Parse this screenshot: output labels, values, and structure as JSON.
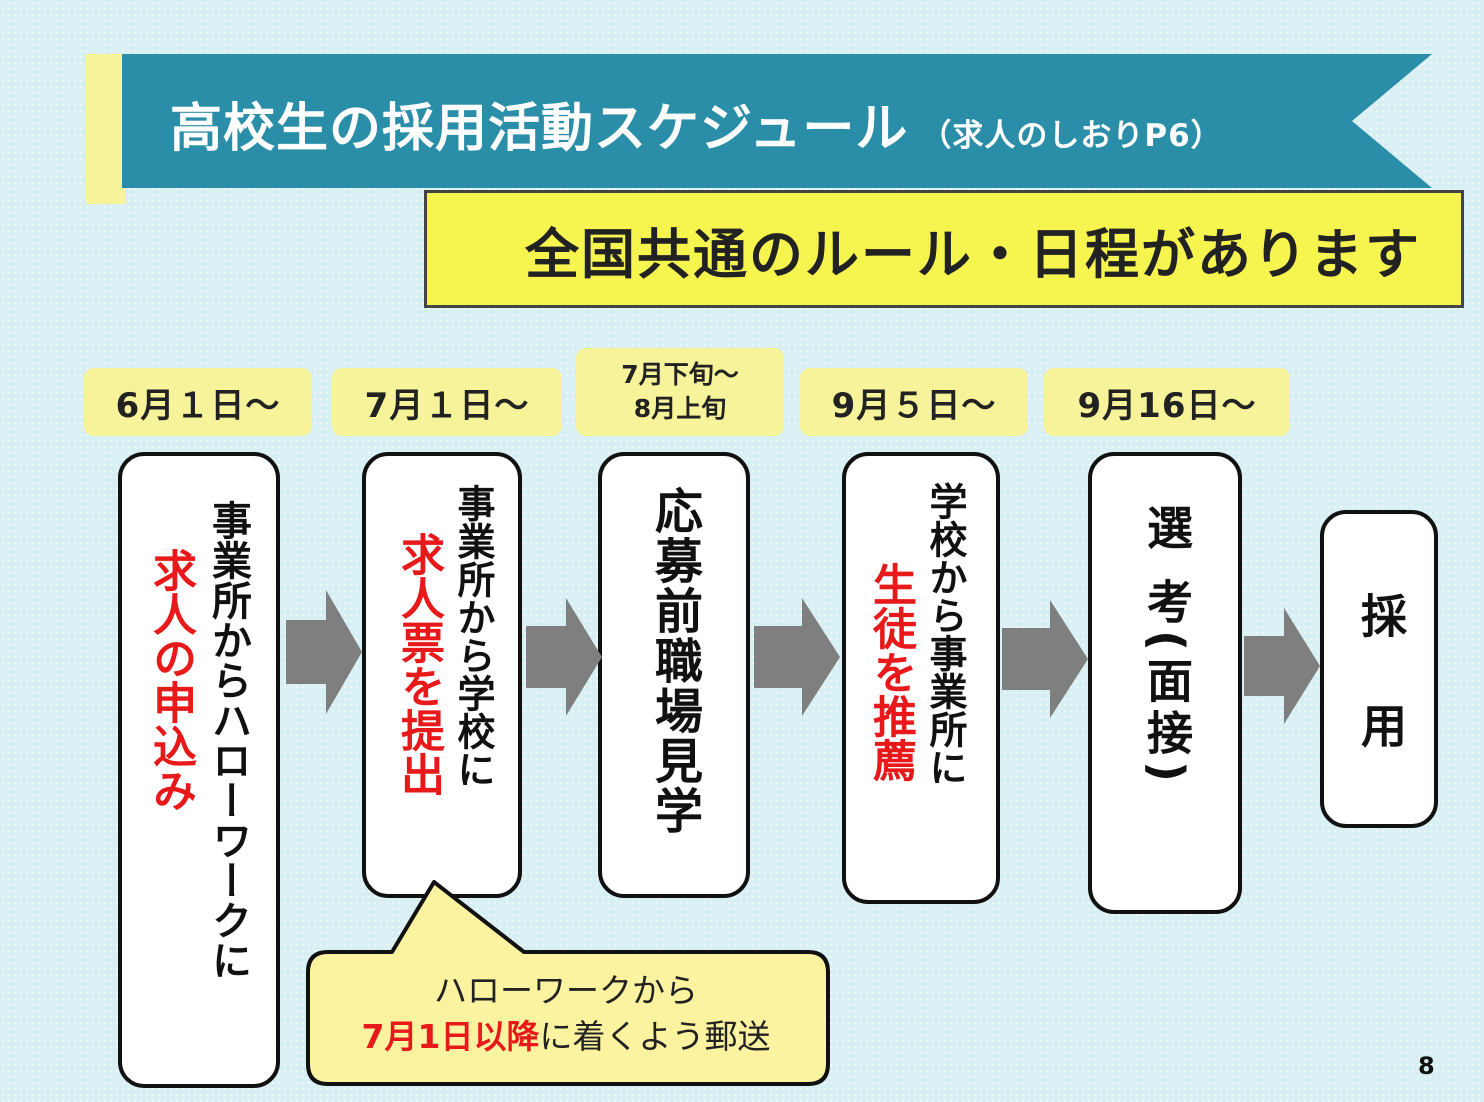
{
  "header": {
    "title": "高校生の採用活動スケジュール",
    "subtitle": "（求人のしおりP6）"
  },
  "rule_banner": {
    "text": "全国共通のルール・日程があります"
  },
  "dates": [
    {
      "label": "6月１日～"
    },
    {
      "label": "7月１日～"
    },
    {
      "line1": "7月下旬～",
      "line2": "8月上旬"
    },
    {
      "label": "9月５日～"
    },
    {
      "label": "9月16日～"
    }
  ],
  "steps": {
    "s1": {
      "black": "事業所からハローワークに",
      "red": "求人の申込み"
    },
    "s2": {
      "black": "事業所から学校に",
      "red": "求人票を提出"
    },
    "s3": {
      "black": "応募前職場見学"
    },
    "s4": {
      "black": "学校から事業所に",
      "red": "生徒を推薦"
    },
    "s5": {
      "black": "選 考(面接)"
    },
    "s6": {
      "black": "採 用"
    }
  },
  "callout": {
    "line1": "ハローワークから",
    "line2_red": "7月1日以降",
    "line2_rest": "に着くよう郵送"
  },
  "page_number": "8",
  "colors": {
    "background": "#d8f0f4",
    "banner": "#2b8ea8",
    "banner_accent": "#f6f39a",
    "rule_box": "#f6f550",
    "date_box": "#f6f39a",
    "arrow": "#7f7f7f",
    "highlight_red": "#e8191a",
    "callout_fill": "#fbf3a0"
  }
}
